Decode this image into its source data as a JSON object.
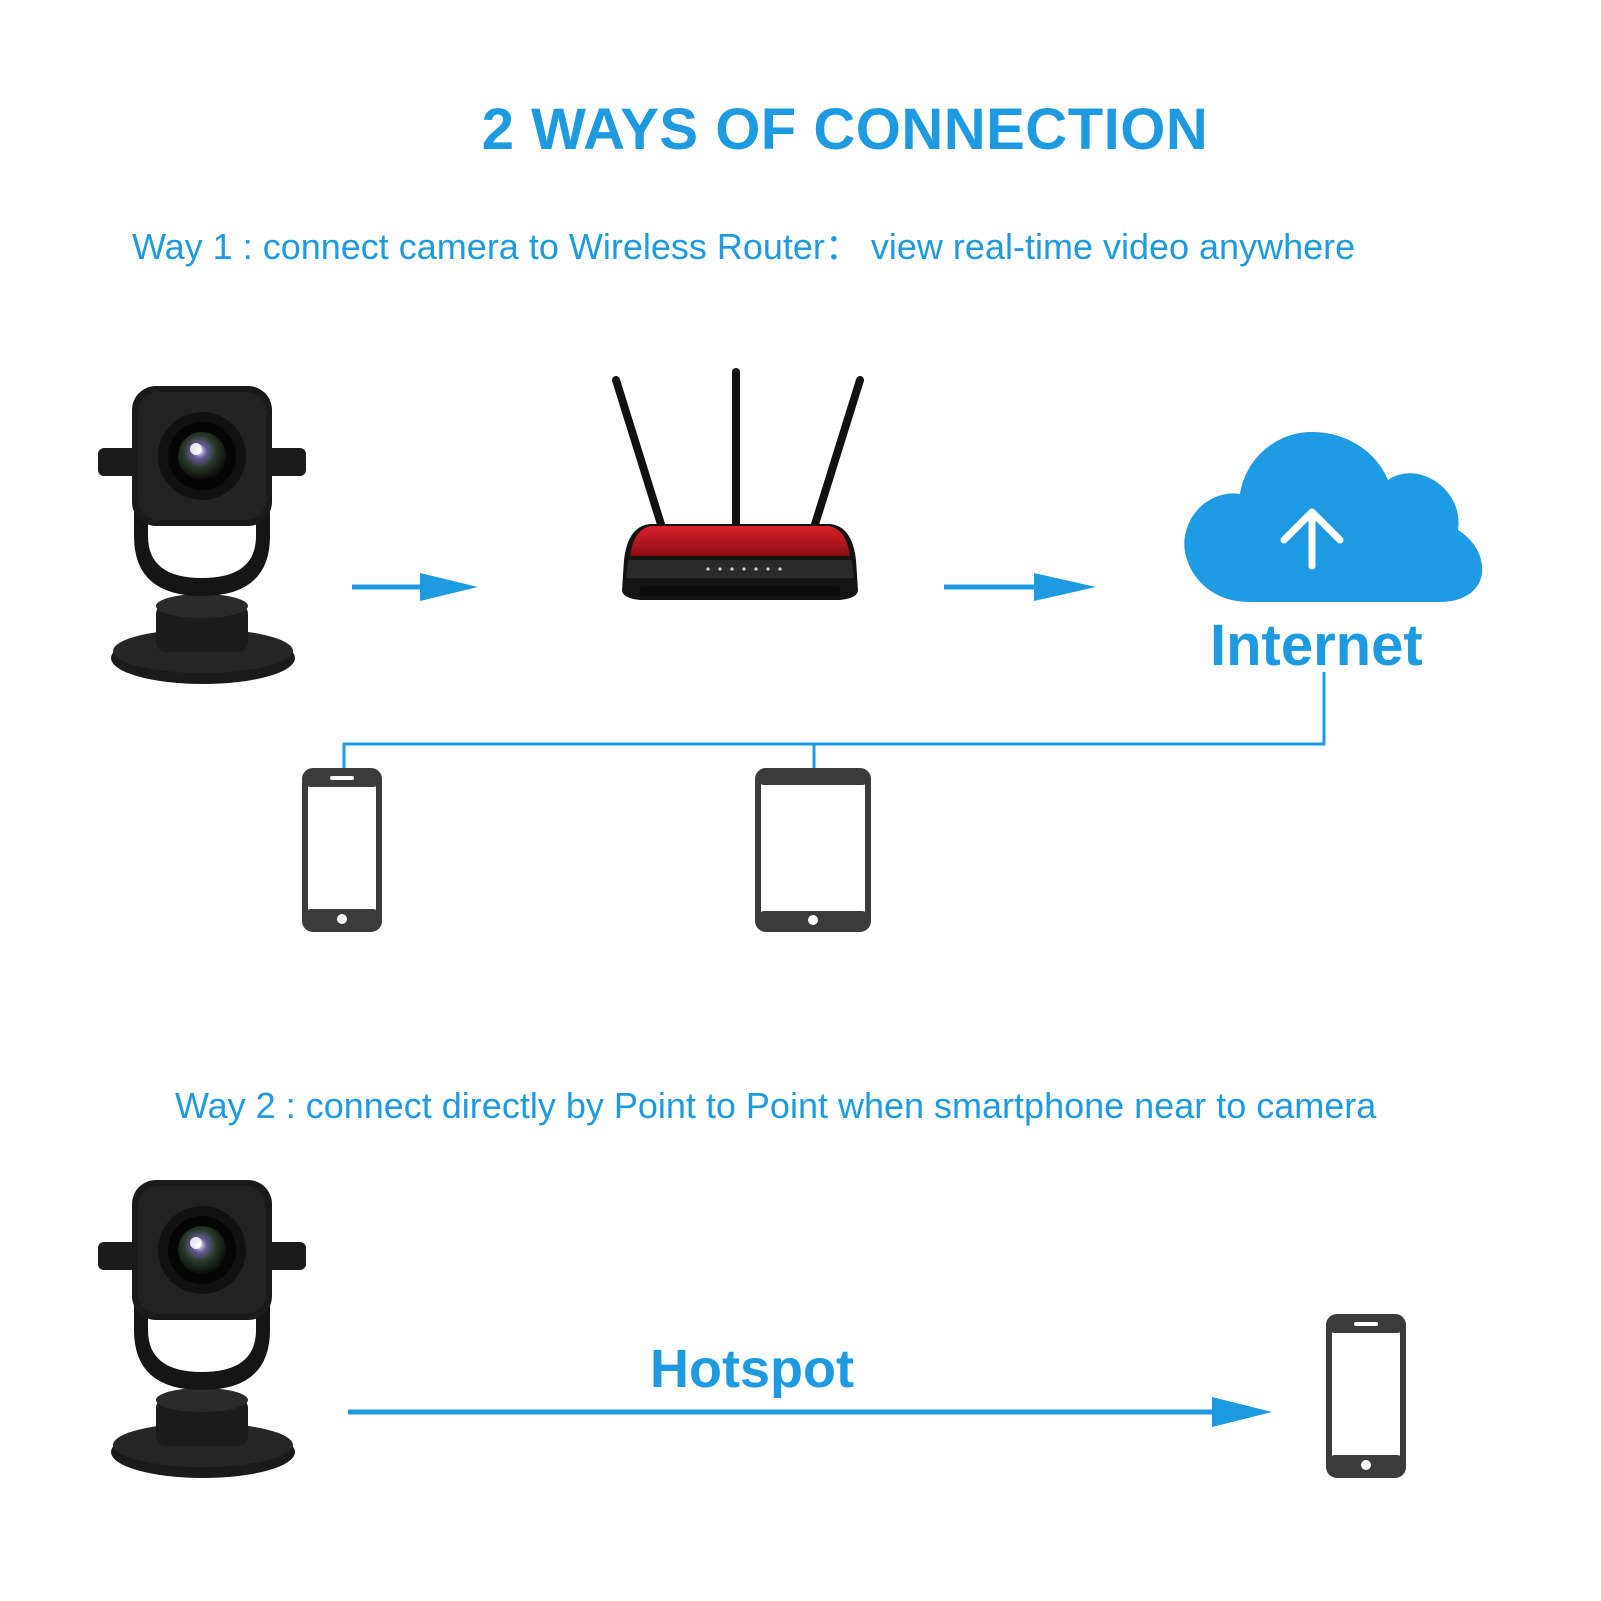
{
  "title": "2 WAYS OF CONNECTION",
  "way1": {
    "text": "Way 1 : connect camera to Wireless Router： view real-time video anywhere"
  },
  "way2": {
    "text": "Way 2 : connect directly by Point to Point when smartphone near to camera"
  },
  "internet_label": "Internet",
  "hotspot_label": "Hotspot",
  "colors": {
    "accent": "#1e9ae0",
    "cloud": "#1e9be2",
    "device_outline": "#3b3b3b",
    "router_red": "#c0121b",
    "camera_body": "#1a1a1a"
  },
  "icons": {
    "camera": "security-camera-icon",
    "router": "wireless-router-icon",
    "cloud": "cloud-upload-icon",
    "phone": "smartphone-icon",
    "tablet": "tablet-icon"
  }
}
